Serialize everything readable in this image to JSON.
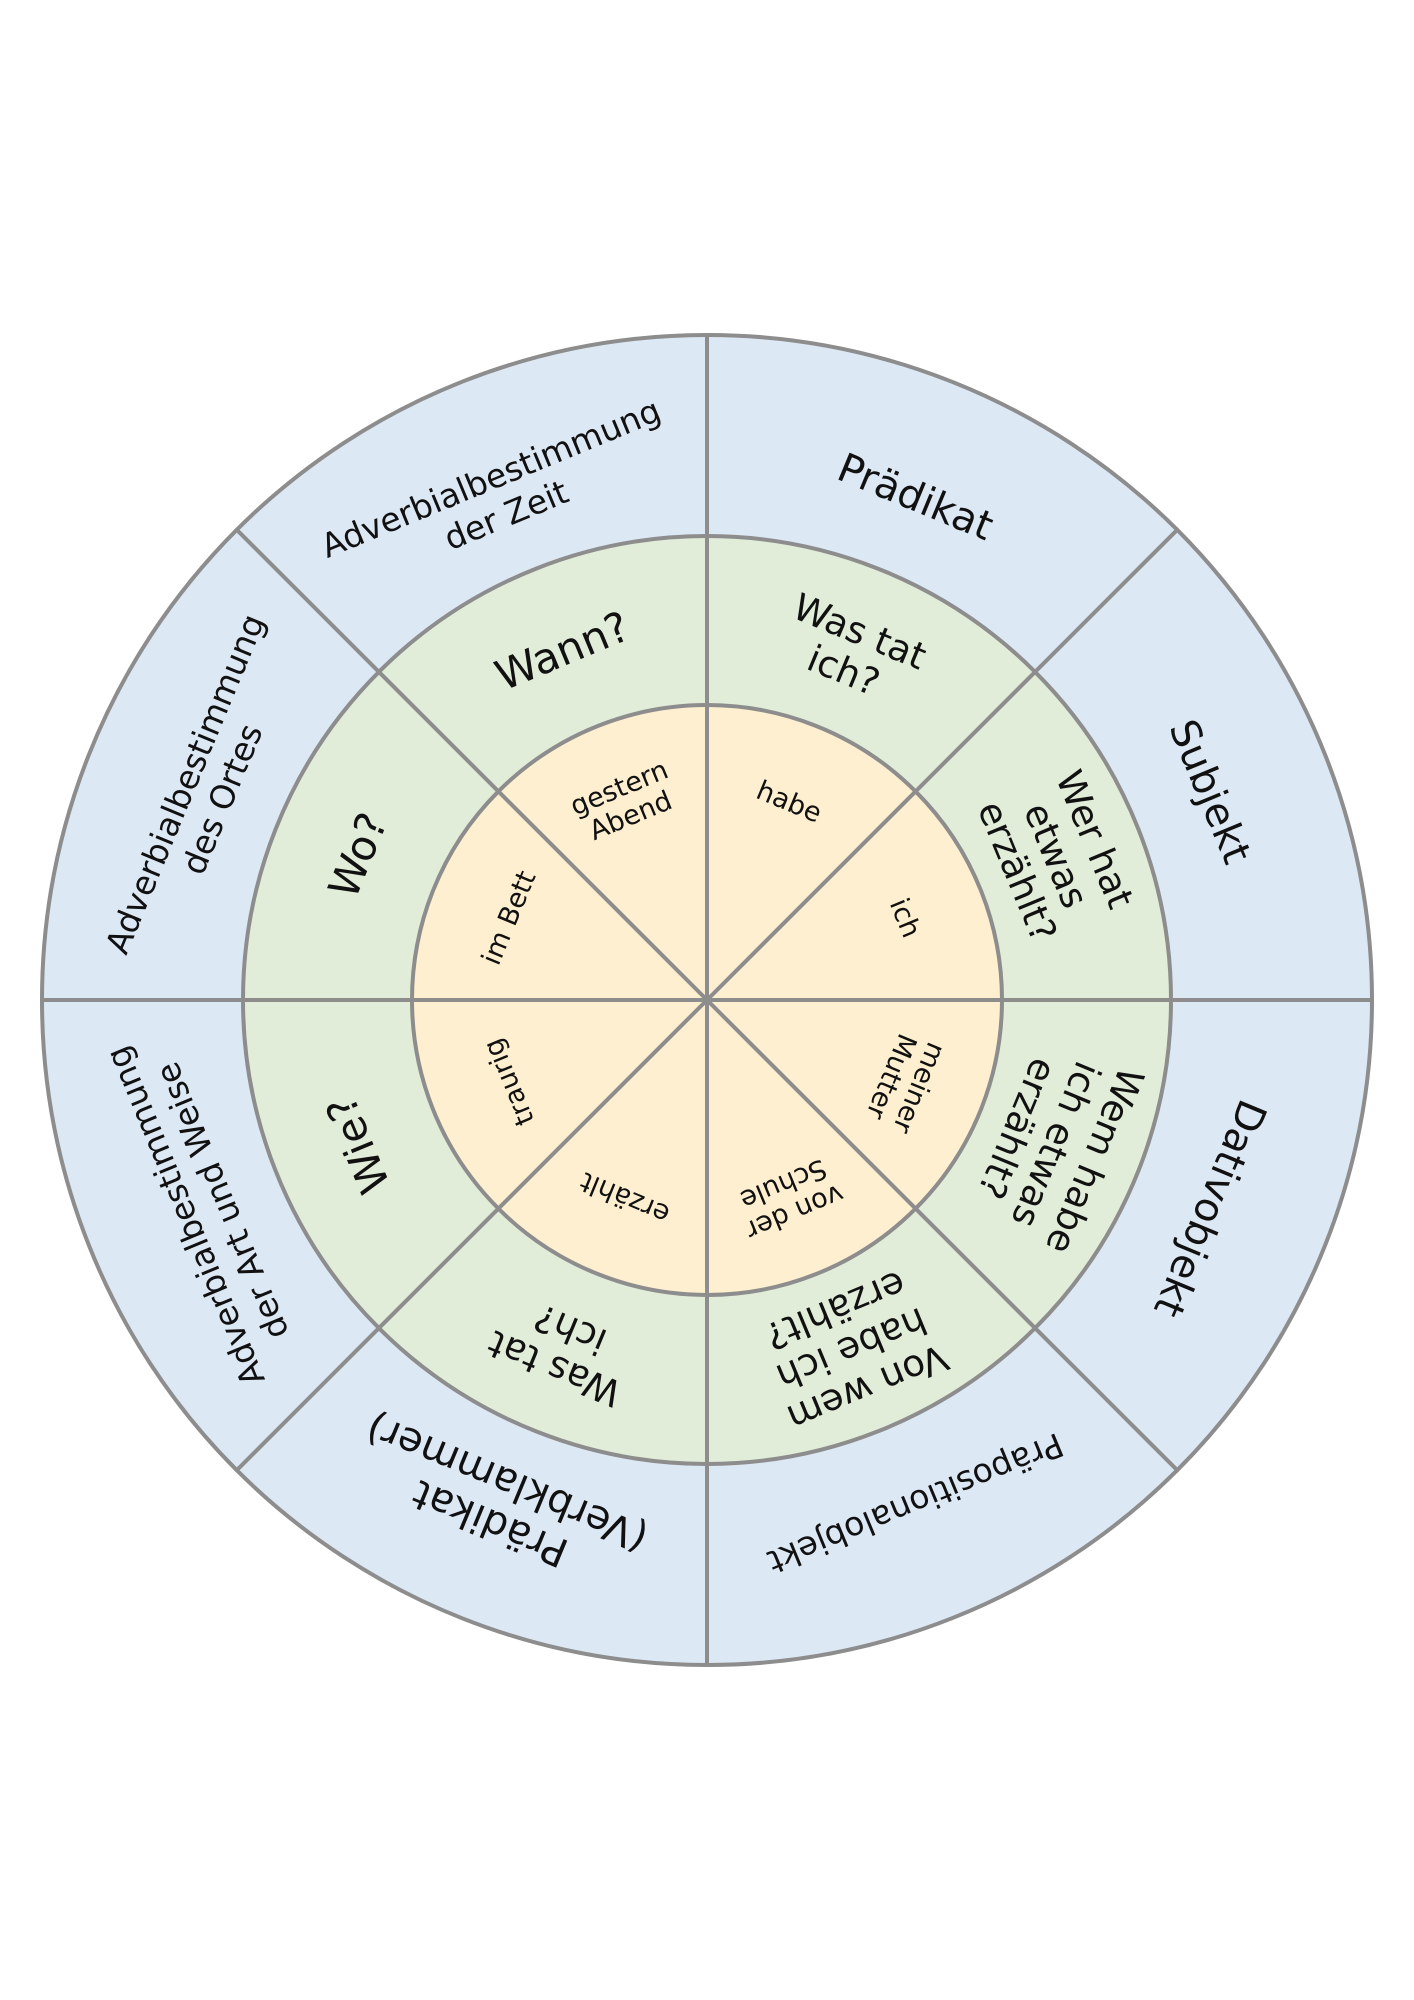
{
  "colors": {
    "outer_fill": "#dde8f5",
    "middle_fill": "#e1edd9",
    "inner_fill": "#fdefcf",
    "line": "#8d8d8d",
    "text": "#111111"
  },
  "wheel": {
    "segments": [
      {
        "part": [
          "Prädikat"
        ],
        "question": [
          "Was tat",
          "ich?"
        ],
        "word": [
          "habe"
        ]
      },
      {
        "part": [
          "Subjekt"
        ],
        "question": [
          "Wer hat",
          "etwas",
          "erzählt?"
        ],
        "word": [
          "ich"
        ]
      },
      {
        "part": [
          "Dativobjekt"
        ],
        "question": [
          "Wem habe",
          "ich etwas",
          "erzählt?"
        ],
        "word": [
          "meiner",
          "Mutter"
        ]
      },
      {
        "part": [
          "Präpositionalobjekt"
        ],
        "question": [
          "Von wem",
          "habe ich",
          "erzählt?"
        ],
        "word": [
          "von der",
          "Schule"
        ]
      },
      {
        "part": [
          "Prädikat",
          "(Verbklammer)"
        ],
        "question": [
          "Was tat",
          "ich?"
        ],
        "word": [
          "erzählt"
        ]
      },
      {
        "part": [
          "Adverbialbestimmung",
          "der Art und Weise"
        ],
        "question": [
          "Wie?"
        ],
        "word": [
          "traurig"
        ]
      },
      {
        "part": [
          "Adverbialbestimmung",
          "des Ortes"
        ],
        "question": [
          "Wo?"
        ],
        "word": [
          "im Bett"
        ]
      },
      {
        "part": [
          "Adverbialbestimmung",
          "der Zeit"
        ],
        "question": [
          "Wann?"
        ],
        "word": [
          "gestern",
          "Abend"
        ]
      }
    ]
  }
}
